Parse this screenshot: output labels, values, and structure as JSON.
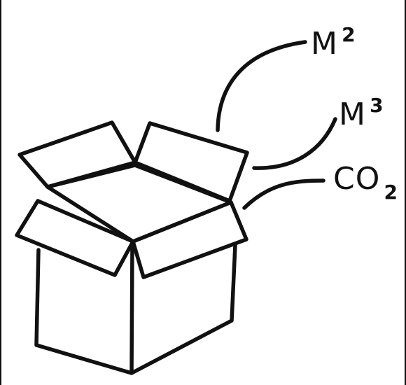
{
  "labels": [
    {
      "base": "M",
      "sup": "2",
      "sub": ""
    },
    {
      "base": "M",
      "sup": "3",
      "sub": ""
    },
    {
      "base": "CO",
      "sup": "",
      "sub": "2"
    }
  ],
  "colors": {
    "ink": "#111111",
    "background": "#ffffff"
  }
}
